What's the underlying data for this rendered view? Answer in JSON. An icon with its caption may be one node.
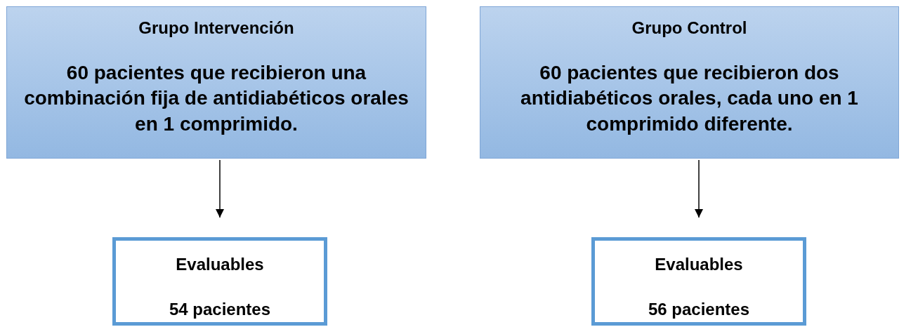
{
  "diagram": {
    "nodes": [
      {
        "text": [
          "Grupo Intervención",
          "60 pacientes que recibieron una combinación fija de antidiabéticos orales en 1 comprimido."
        ]
      },
      {
        "text": [
          "Grupo Control",
          "60 pacientes que recibieron dos antidiabéticos orales, cada uno en 1 comprimido diferente."
        ]
      },
      {
        "text": [
          "Evaluables",
          "54 pacientes"
        ]
      },
      {
        "text": [
          "Evaluables",
          "56 pacientes"
        ]
      }
    ],
    "edges": [
      {
        "from": 0,
        "to": 2,
        "arrow": "to"
      },
      {
        "from": 1,
        "to": 3,
        "arrow": "to"
      }
    ]
  }
}
